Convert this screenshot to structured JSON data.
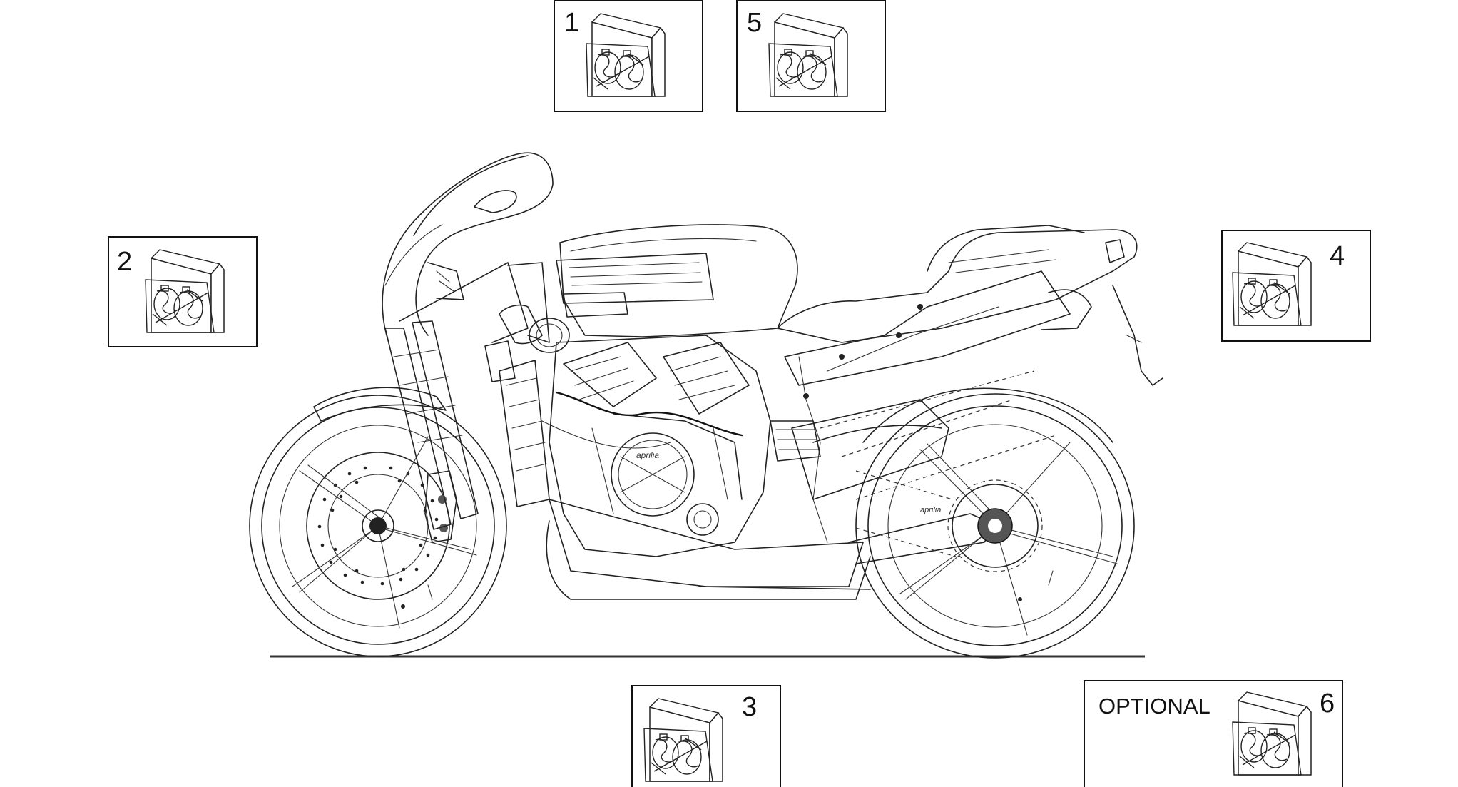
{
  "labels": {
    "item_1": "1",
    "item_2": "2",
    "item_3": "3",
    "item_4": "4",
    "item_5": "5",
    "item_6": "6",
    "optional": "OPTIONAL"
  },
  "icons": {
    "decal_kit": "decal-kit-icon",
    "motorcycle": "motorcycle-side-view"
  },
  "colors": {
    "line": "#222222",
    "background": "#ffffff"
  }
}
